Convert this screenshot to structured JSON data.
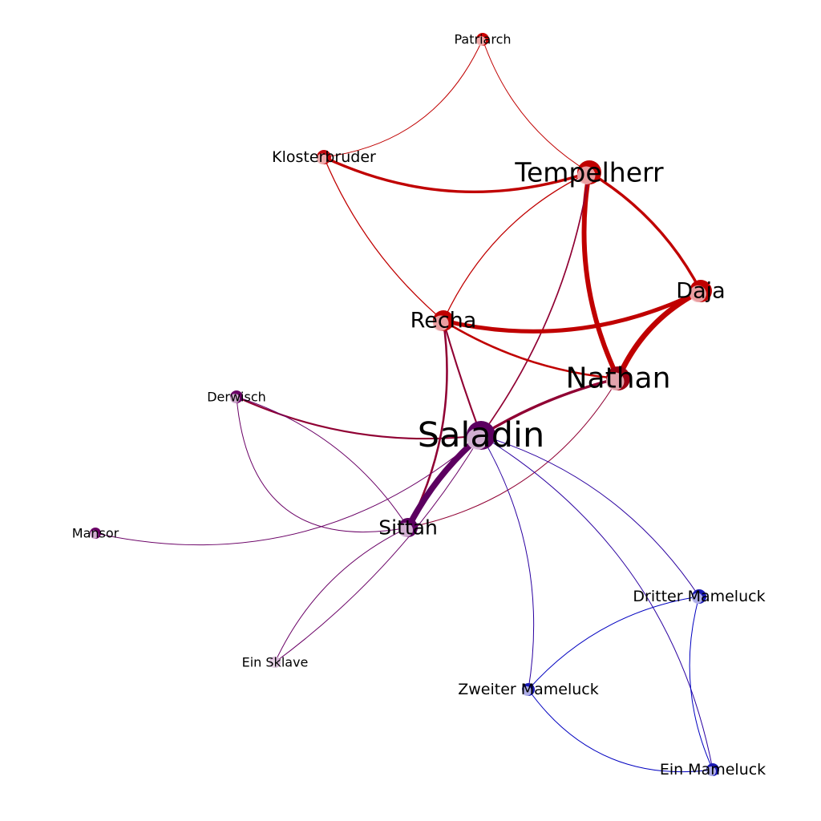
{
  "nodes": [
    {
      "id": "patriarch",
      "label": "Patriarch",
      "color": "#cc0000",
      "halo": "#f4c7c7"
    },
    {
      "id": "klosterbruder",
      "label": "Klosterbruder",
      "color": "#c40a10",
      "halo": "#f4c7c7"
    },
    {
      "id": "tempelherr",
      "label": "Tempelherr",
      "color": "#c00000",
      "halo": "#f0b8bc"
    },
    {
      "id": "daja",
      "label": "Daja",
      "color": "#c00000",
      "halo": "#f0b8bc"
    },
    {
      "id": "recha",
      "label": "Recha",
      "color": "#c00000",
      "halo": "#f0b8bc"
    },
    {
      "id": "nathan",
      "label": "Nathan",
      "color": "#9a0012",
      "halo": "#f0c0c8"
    },
    {
      "id": "derwisch",
      "label": "Derwisch",
      "color": "#6a0066",
      "halo": "#e0c8e0"
    },
    {
      "id": "saladin",
      "label": "Saladin",
      "color": "#5c0060",
      "halo": "#e4cce4"
    },
    {
      "id": "sittah",
      "label": "Sittah",
      "color": "#5c0060",
      "halo": "#e4cce4"
    },
    {
      "id": "mansor",
      "label": "Mansor",
      "color": "#6a0066",
      "halo": "#e4cce4"
    },
    {
      "id": "sklave",
      "label": "Ein Sklave",
      "color": "#d8b8d8",
      "halo": "#ecdcec"
    },
    {
      "id": "dritter",
      "label": "Dritter Mameluck",
      "color": "#1a1ab4",
      "halo": "#c8c8f0"
    },
    {
      "id": "zweiter",
      "label": "Zweiter Mameluck",
      "color": "#1a1ab4",
      "halo": "#c8c8f0"
    },
    {
      "id": "einmameluck",
      "label": "Ein Mameluck",
      "color": "#1a1ab4",
      "halo": "#c8c8f0"
    }
  ],
  "edges": [
    {
      "source": "patriarch",
      "target": "klosterbruder",
      "weight": 1,
      "color": "#c00000"
    },
    {
      "source": "patriarch",
      "target": "tempelherr",
      "weight": 1,
      "color": "#c00000"
    },
    {
      "source": "klosterbruder",
      "target": "tempelherr",
      "weight": 4,
      "color": "#c00000"
    },
    {
      "source": "klosterbruder",
      "target": "recha",
      "weight": 1.5,
      "color": "#c00000"
    },
    {
      "source": "tempelherr",
      "target": "recha",
      "weight": 1.5,
      "color": "#c00000"
    },
    {
      "source": "tempelherr",
      "target": "daja",
      "weight": 4,
      "color": "#c00000"
    },
    {
      "source": "tempelherr",
      "target": "nathan",
      "weight": 7,
      "color": "#c00000"
    },
    {
      "source": "tempelherr",
      "target": "saladin",
      "weight": 2,
      "color": "#900033"
    },
    {
      "source": "daja",
      "target": "recha",
      "weight": 6,
      "color": "#c00000"
    },
    {
      "source": "daja",
      "target": "nathan",
      "weight": 8,
      "color": "#c00000"
    },
    {
      "source": "recha",
      "target": "nathan",
      "weight": 3,
      "color": "#c00000"
    },
    {
      "source": "recha",
      "target": "saladin",
      "weight": 2.5,
      "color": "#900033"
    },
    {
      "source": "recha",
      "target": "sittah",
      "weight": 3,
      "color": "#900033"
    },
    {
      "source": "nathan",
      "target": "saladin",
      "weight": 4,
      "color": "#900033"
    },
    {
      "source": "nathan",
      "target": "sittah",
      "weight": 1.2,
      "color": "#900033"
    },
    {
      "source": "derwisch",
      "target": "saladin",
      "weight": 2.5,
      "color": "#900033"
    },
    {
      "source": "derwisch",
      "target": "sittah",
      "weight": 1,
      "color": "#6a0066"
    },
    {
      "source": "saladin",
      "target": "sittah",
      "weight": 9,
      "color": "#5c0060"
    },
    {
      "source": "saladin",
      "target": "mansor",
      "weight": 1,
      "color": "#6a0066"
    },
    {
      "source": "saladin",
      "target": "sklave",
      "weight": 1,
      "color": "#6a0066"
    },
    {
      "source": "sittah",
      "target": "sklave",
      "weight": 1,
      "color": "#6a0066"
    },
    {
      "source": "sittah",
      "target": "derwisch",
      "weight": 1,
      "color": "#6a0066"
    },
    {
      "source": "saladin",
      "target": "zweiter",
      "weight": 1,
      "color": "#2a00a0"
    },
    {
      "source": "saladin",
      "target": "dritter",
      "weight": 1,
      "color": "#2a00a0"
    },
    {
      "source": "saladin",
      "target": "einmameluck",
      "weight": 1,
      "color": "#2a00a0"
    },
    {
      "source": "dritter",
      "target": "zweiter",
      "weight": 1,
      "color": "#0000c0"
    },
    {
      "source": "dritter",
      "target": "einmameluck",
      "weight": 1,
      "color": "#0000c0"
    },
    {
      "source": "zweiter",
      "target": "einmameluck",
      "weight": 1,
      "color": "#0000c0"
    }
  ]
}
